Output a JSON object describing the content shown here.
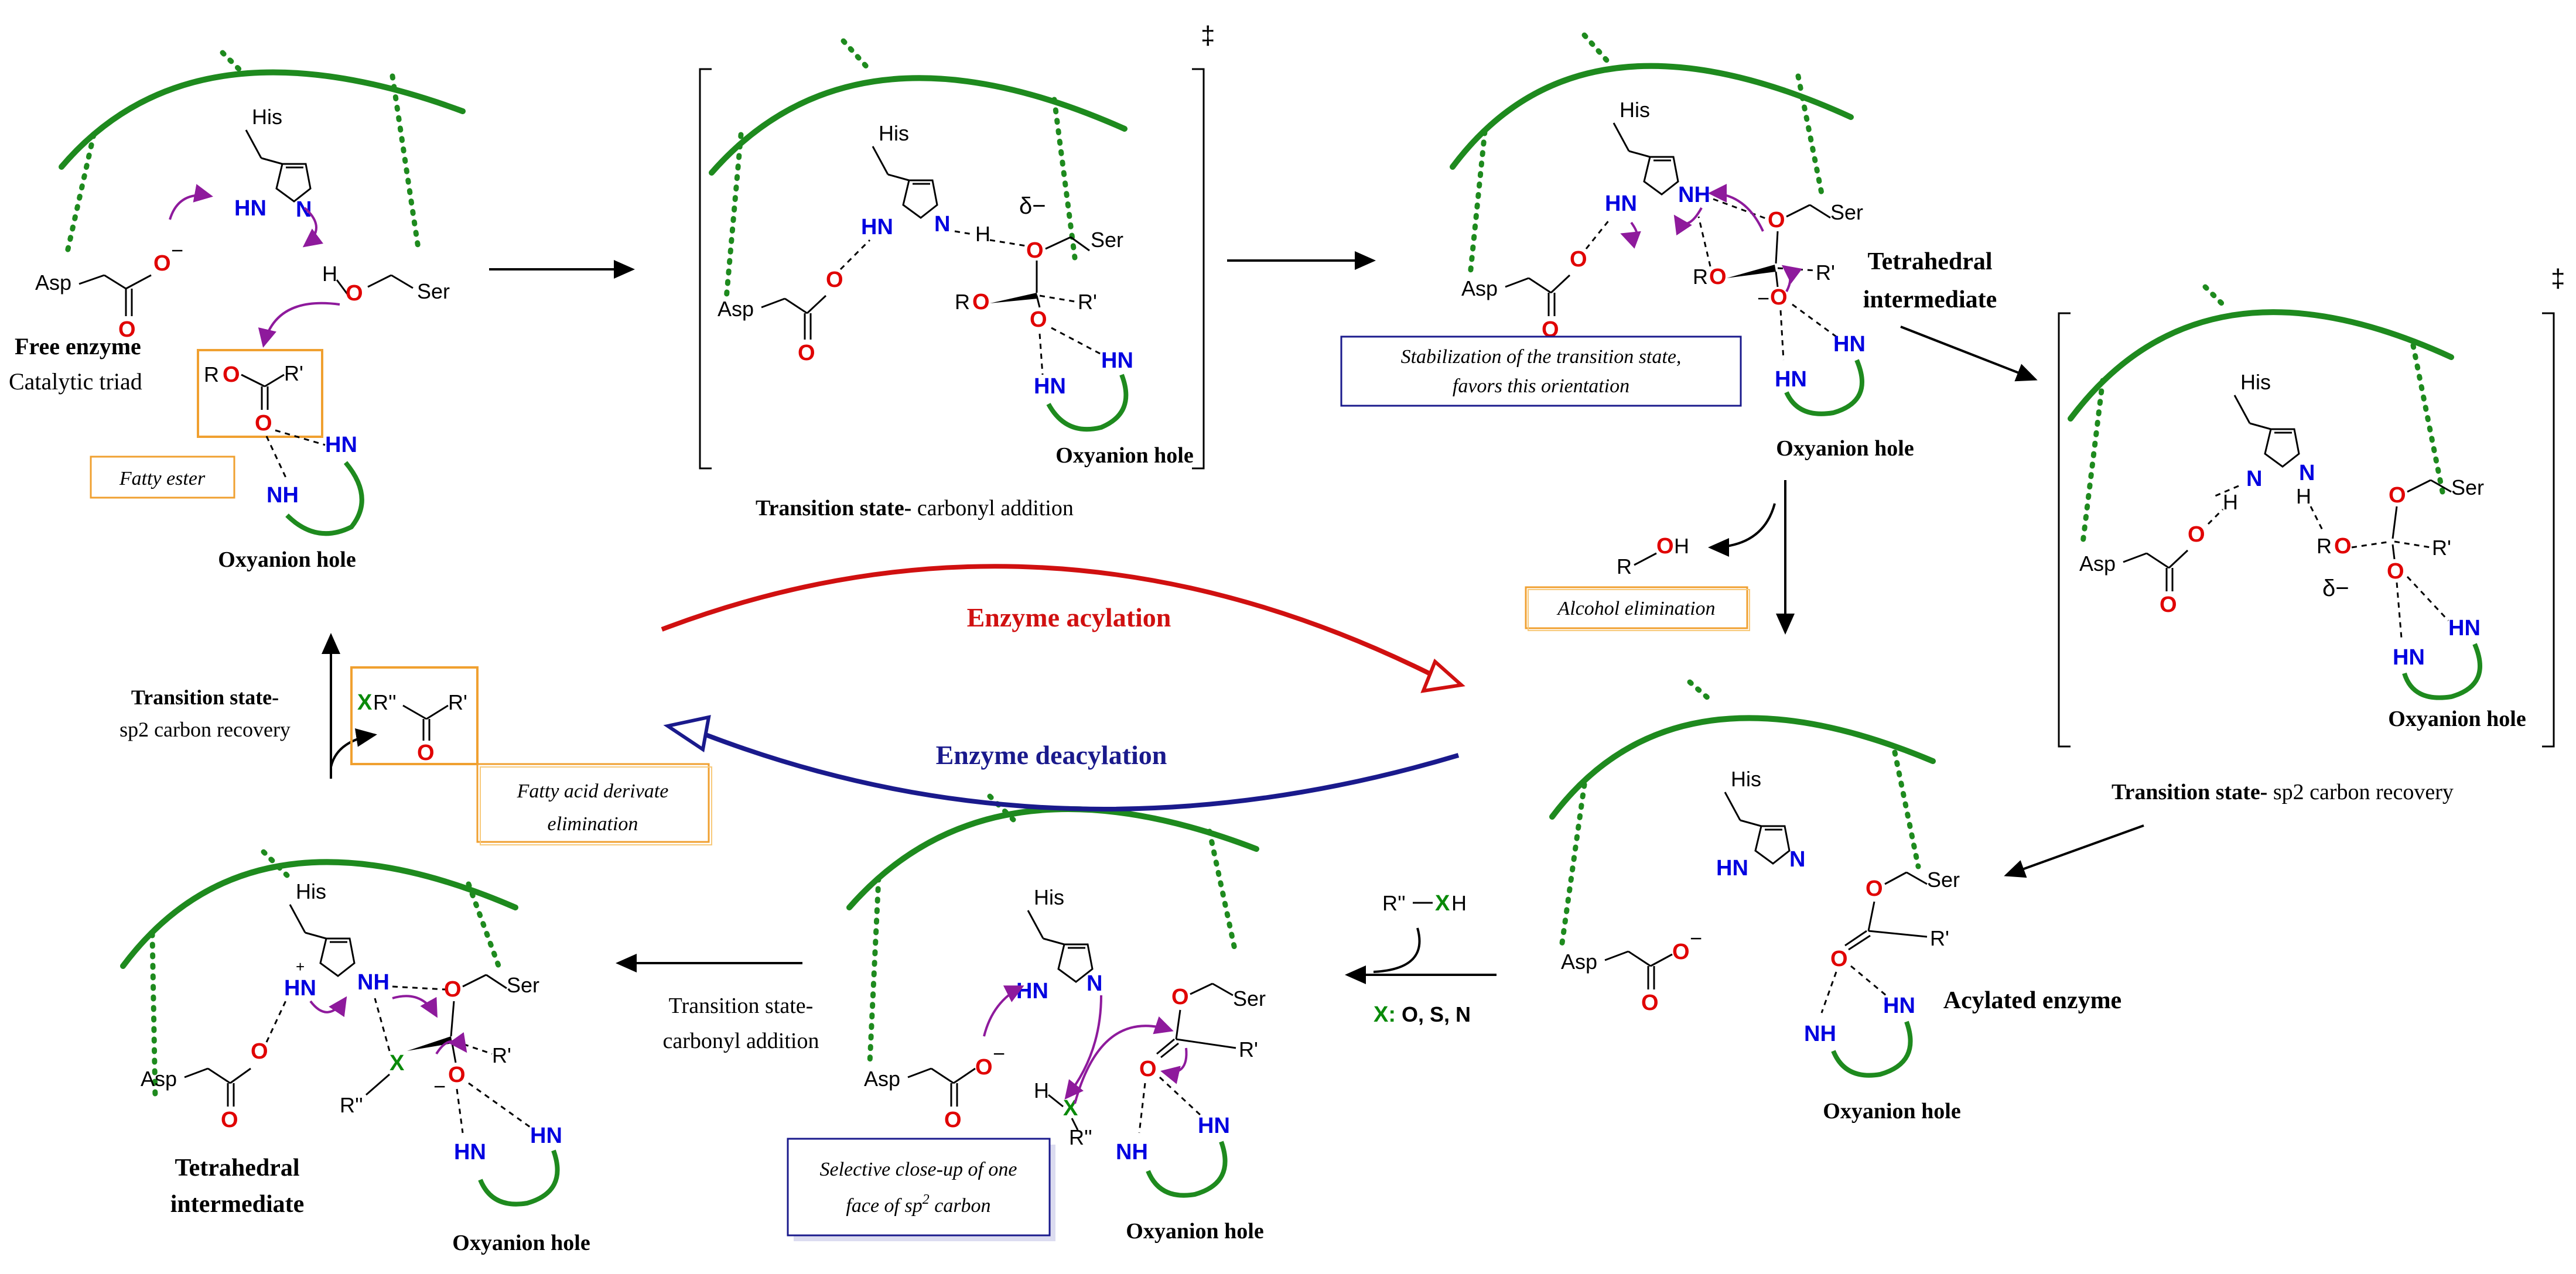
{
  "labels": {
    "his": "His",
    "ser": "Ser",
    "asp": "Asp",
    "o": "O",
    "n": "N",
    "h": "H",
    "hn": "HN",
    "nh": "NH",
    "r": "R",
    "r_prime": "R'",
    "r_double_prime": "R''",
    "x": "X",
    "minus": "−",
    "plus": "+",
    "double_dagger": "‡",
    "delta_minus": "δ−",
    "oxyanion_hole": "Oxyanion hole"
  },
  "stages": {
    "free_enzyme_title": "Free enzyme",
    "catalytic_triad": "Catalytic triad",
    "fatty_ester": "Fatty ester",
    "ts_carbonyl_addition_bold": "Transition state-",
    "ts_carbonyl_addition_rest": " carbonyl addition",
    "tetrahedral_line1": "Tetrahedral",
    "tetrahedral_line2": "intermediate",
    "stabilization_line1": "Stabilization of the transition state,",
    "stabilization_line2": "favors this orientation",
    "alcohol_elimination": "Alcohol elimination",
    "ts_sp2_bold": "Transition state-",
    "ts_sp2_rest": " sp2 carbon recovery",
    "acylated_enzyme": "Acylated enzyme",
    "nucleophile_x": "X:",
    "nucleophile_list": " O, S, N",
    "selective_line1": "Selective close-up of one",
    "selective_line2": "face of sp",
    "selective_sup": "2",
    "selective_line2_end": " carbon",
    "ts_carbonyl_addition2_line1": "Transition state-",
    "ts_carbonyl_addition2_line2": "carbonyl addition",
    "ts_sp2_recovery_line1": "Transition state-",
    "ts_sp2_recovery_line2": "sp2 carbon recovery",
    "fatty_acid_line1": "Fatty acid derivate",
    "fatty_acid_line2": "elimination",
    "enzyme_acylation": "Enzyme acylation",
    "enzyme_deacylation": "Enzyme deacylation"
  },
  "colors": {
    "enzyme": "#1e8a1e",
    "oxygen": "#e00000",
    "nitrogen": "#0000e0",
    "heteroatom_x": "#0a8a0a",
    "electron_arrow": "#8e1a9c",
    "acylation": "#d01010",
    "deacylation": "#1a1a8c",
    "orange_box": "#f0a030",
    "blue_box": "#1a1a8c"
  }
}
